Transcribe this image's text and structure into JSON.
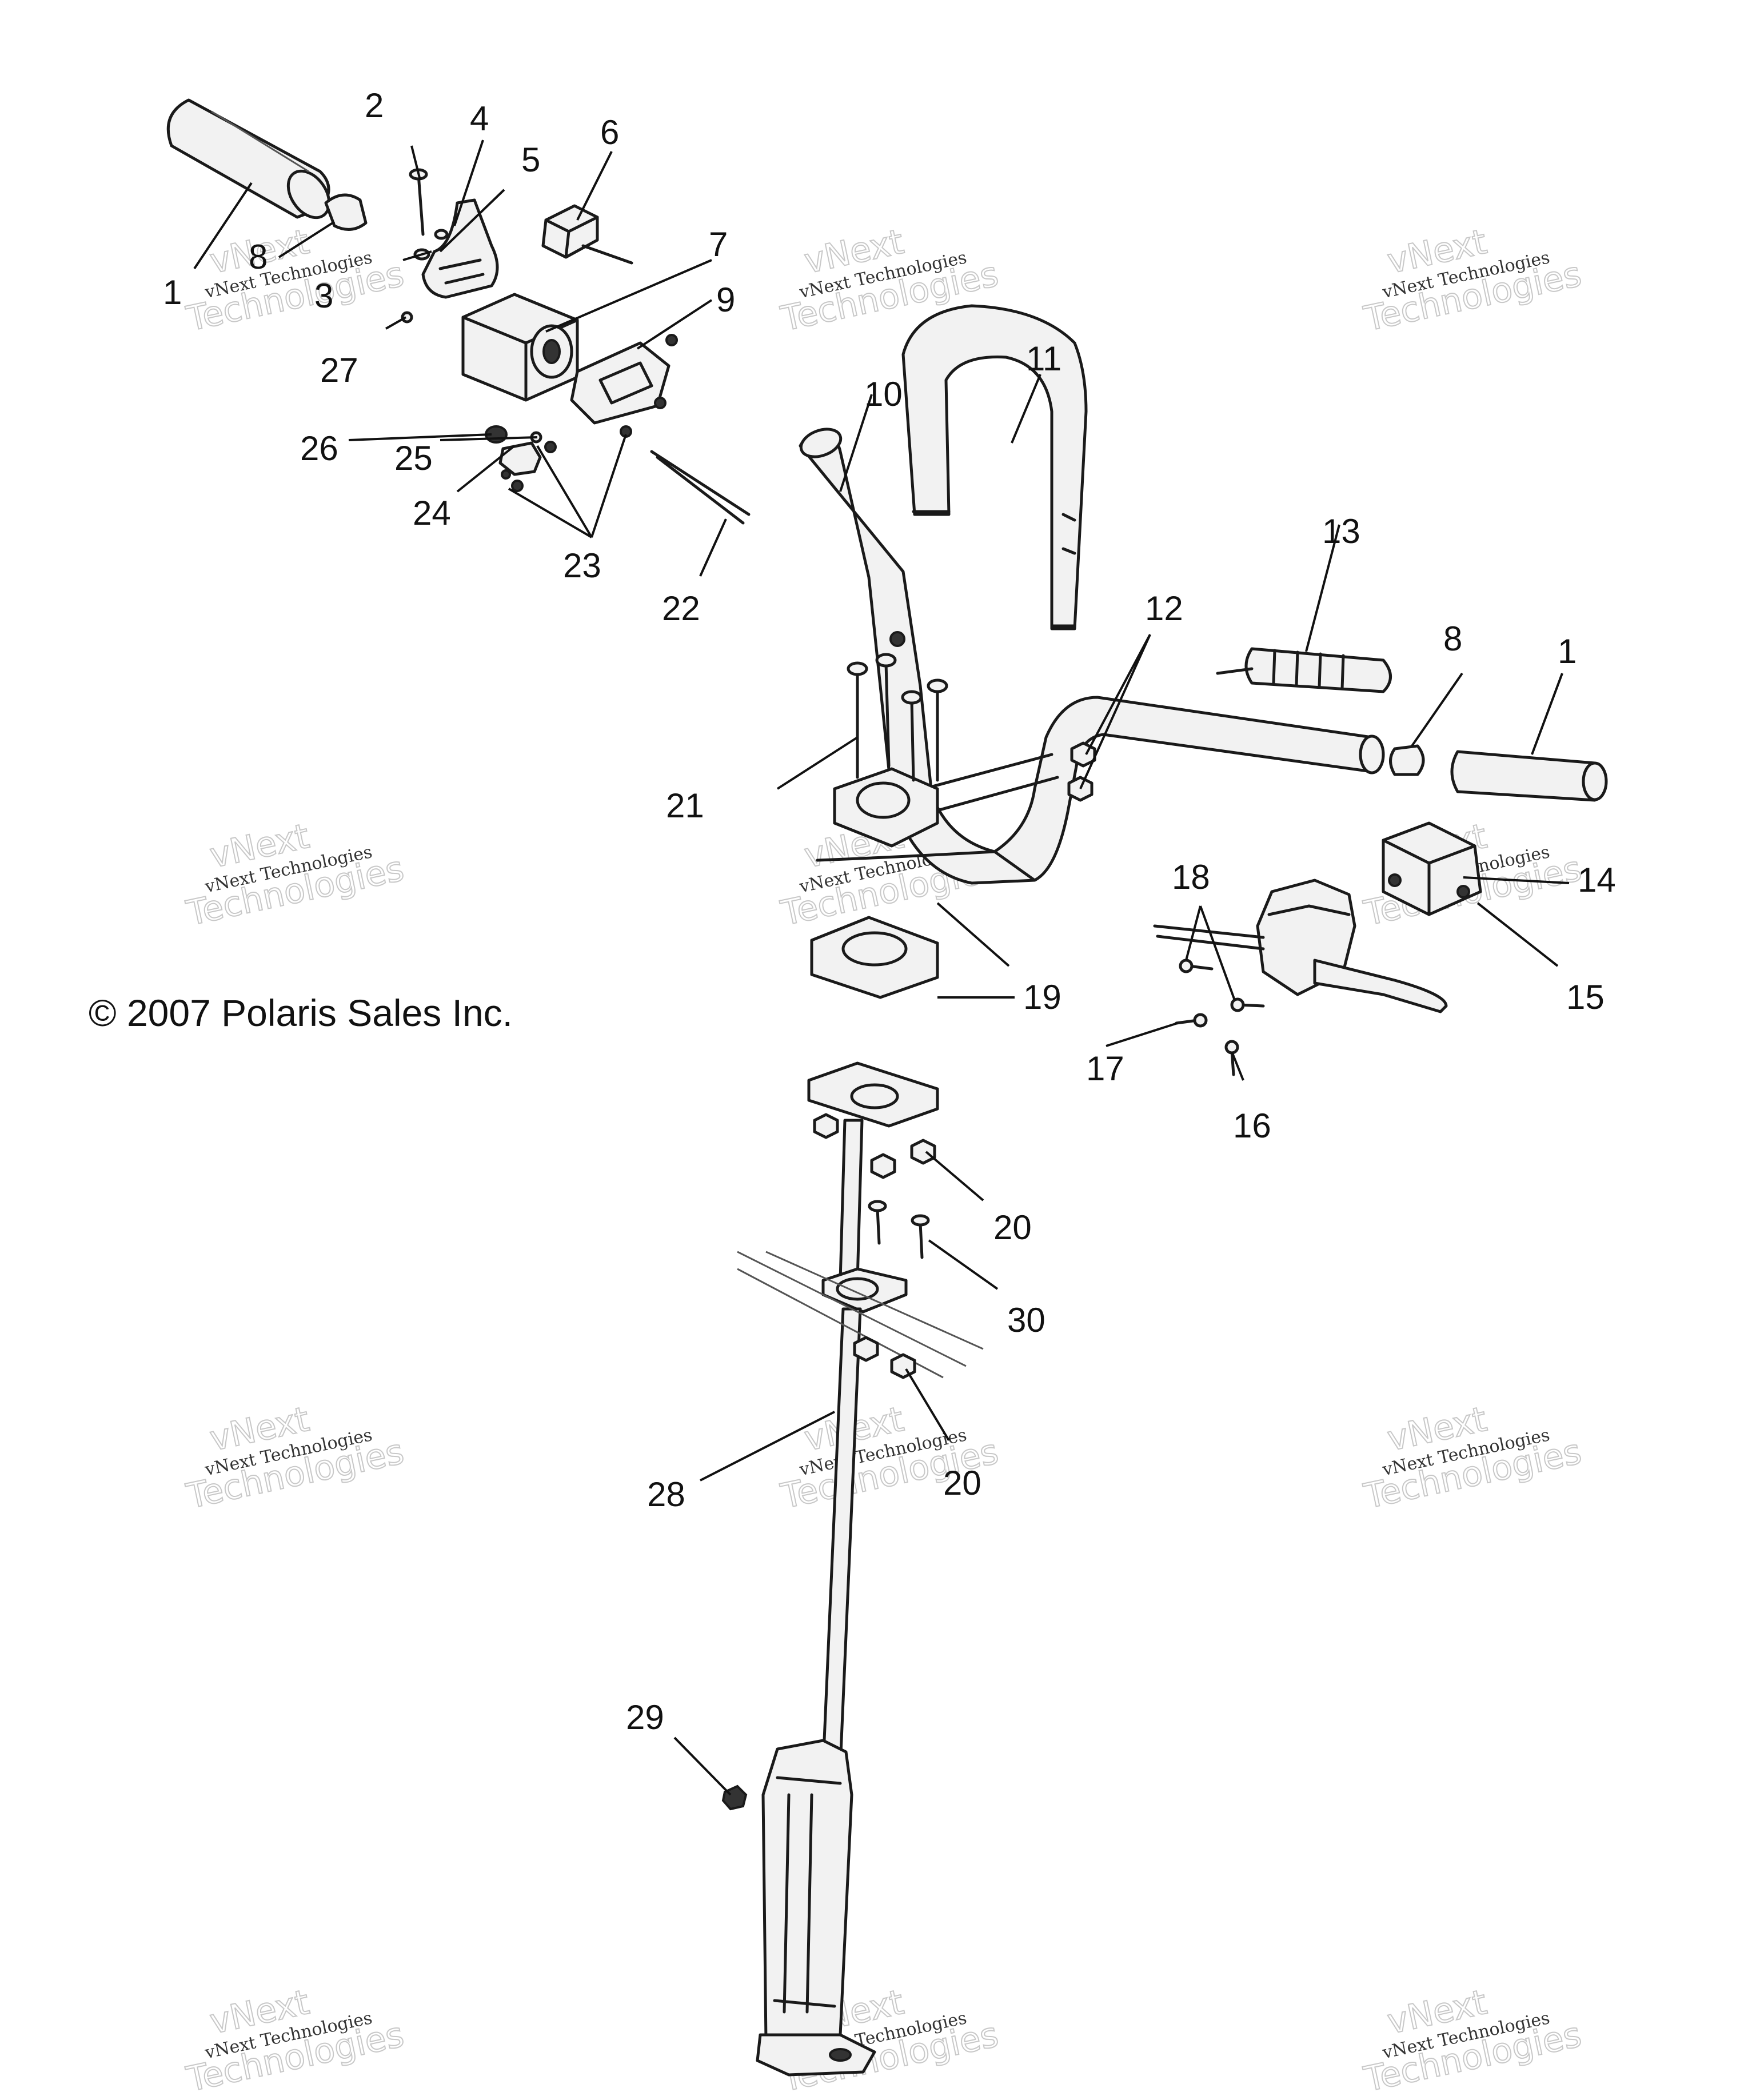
{
  "copyright": "© 2007 Polaris Sales Inc.",
  "watermark": {
    "line1": "vNext Technologies",
    "line2": "vNext",
    "line3": "Technologies"
  },
  "callouts": [
    "1",
    "2",
    "3",
    "4",
    "5",
    "6",
    "7",
    "8",
    "9",
    "10",
    "11",
    "12",
    "13",
    "14",
    "15",
    "16",
    "17",
    "18",
    "19",
    "20",
    "21",
    "22",
    "23",
    "24",
    "25",
    "26",
    "27",
    "28",
    "29",
    "30"
  ],
  "callouts_repeated": [
    "1",
    "8",
    "20"
  ],
  "colors": {
    "ink": "#1a1a1a",
    "paper": "#ffffff",
    "watermark": "#c8c8c8"
  }
}
